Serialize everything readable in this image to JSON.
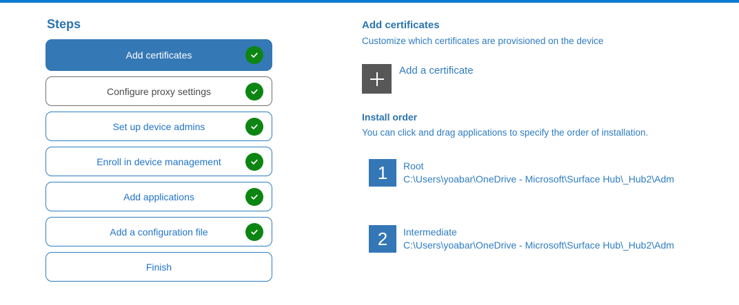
{
  "colors": {
    "accent_bar": "#0d7ad2",
    "selected_step_bg": "#3478b5",
    "step_border_blue": "#2e7dbe",
    "visited_step_border": "#6f6f6f",
    "heading_blue": "#2b74ae",
    "text_blue": "#2e7cc1",
    "check_green": "#0d8512",
    "add_box_gray": "#575757",
    "order_square_blue": "#3377b6"
  },
  "sidebar": {
    "title": "Steps",
    "steps": [
      {
        "label": "Add certificates",
        "completed": true,
        "state": "selected"
      },
      {
        "label": "Configure proxy settings",
        "completed": true,
        "state": "visited"
      },
      {
        "label": "Set up device admins",
        "completed": true,
        "state": "default"
      },
      {
        "label": "Enroll in device management",
        "completed": true,
        "state": "default"
      },
      {
        "label": "Add applications",
        "completed": true,
        "state": "default"
      },
      {
        "label": "Add a configuration file",
        "completed": true,
        "state": "default"
      },
      {
        "label": "Finish",
        "completed": false,
        "state": "default"
      }
    ]
  },
  "main": {
    "certificates": {
      "heading": "Add certificates",
      "subtitle": "Customize which certificates are provisioned on the device",
      "add_button_label": "Add a certificate"
    },
    "install_order": {
      "heading": "Install order",
      "subtitle": "You can click and drag applications to specify the order of installation.",
      "items": [
        {
          "order": "1",
          "name": "Root",
          "path": "C:\\Users\\yoabar\\OneDrive - Microsoft\\Surface Hub\\_Hub2\\Adm"
        },
        {
          "order": "2",
          "name": "Intermediate",
          "path": "C:\\Users\\yoabar\\OneDrive - Microsoft\\Surface Hub\\_Hub2\\Adm"
        }
      ]
    }
  }
}
